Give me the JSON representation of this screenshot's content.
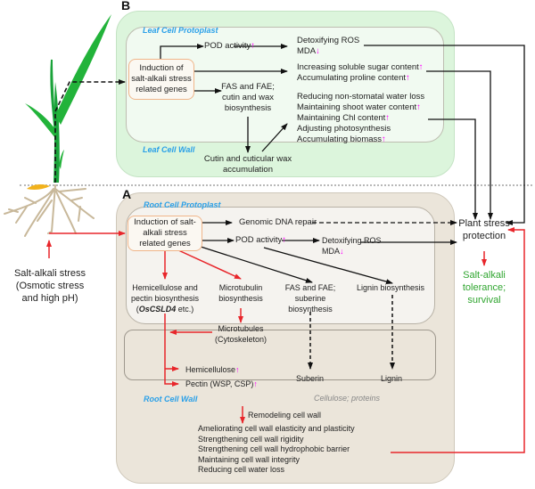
{
  "panel_b": {
    "letter": "B",
    "protoplast_label": "Leaf Cell Protoplast",
    "wall_label": "Leaf Cell Wall",
    "genes_box": "Induction of salt-alkali stress related genes",
    "genes_lines": [
      "Induction of",
      "salt-alkali stress",
      "related genes"
    ],
    "pod": "POD activity",
    "ros_line1": "Detoxifying ROS",
    "ros_line2": "MDA",
    "sugar": "Increasing soluble sugar content",
    "proline": "Accumulating proline content",
    "fas_lines": [
      "FAS and FAE;",
      "cutin and wax",
      "biosynthesis"
    ],
    "water_loss": "Reducing non-stomatal water loss",
    "shoot_water": "Maintaining shoot water content",
    "chl": "Maintaining Chl content",
    "photosynthesis": "Adjusting photosynthesis",
    "biomass": "Accumulating biomass",
    "cutin_lines": [
      "Cutin and cuticular wax",
      "accumulation"
    ]
  },
  "panel_a": {
    "letter": "A",
    "protoplast_label": "Root Cell Protoplast",
    "wall_label": "Root Cell Wall",
    "genes_lines": [
      "Induction of salt-",
      "alkali stress",
      "related genes"
    ],
    "dna_repair": "Genomic DNA repair",
    "pod": "POD activity",
    "ros_line1": "Detoxifying ROS",
    "ros_line2": "MDA",
    "hemi_lines": [
      "Hemicellulose and",
      "pectin biosynthesis"
    ],
    "hemi_gene": "OsCSLD4",
    "hemi_etc": " etc.)",
    "microtubulin_lines": [
      "Microtubulin",
      "biosynthesis"
    ],
    "microtubules_lines": [
      "Microtubules",
      "(Cytoskeleton)"
    ],
    "fas_lines": [
      "FAS and FAE;",
      "suberine",
      "biosynthesis"
    ],
    "lignin_bio": "Lignin biosynthesis",
    "hemicellulose": "Hemicellulose",
    "pectin": "Pectin (WSP, CSP)",
    "suberin": "Suberin",
    "lignin": "Lignin",
    "cellulose": "Cellulose; proteins",
    "remodeling": "Remodeling cell wall",
    "effects": [
      "Ameliorating cell wall elasticity and plasticity",
      "Strengthening cell wall rigidity",
      "Strengthening cell wall hydrophobic barrier",
      "Maintaining cell wall integrity",
      "Reducing cell water loss"
    ]
  },
  "stress": {
    "lines": [
      "Salt-alkali stress",
      "(Osmotic stress",
      "and high pH)"
    ]
  },
  "outcome": {
    "protection_lines": [
      "Plant stress",
      "protection"
    ],
    "tolerance_lines": [
      "Salt-alkali",
      "tolerance;",
      "survival"
    ]
  },
  "indicators": {
    "up": "↑",
    "down": "↓"
  },
  "colors": {
    "leaf_panel": "#dcf5dc",
    "root_panel": "#ebe5da",
    "accent_label": "#2aa0e8",
    "indicator": "#ff00ff",
    "red_path": "#e8262b",
    "tolerance_text": "#2fa52f"
  }
}
